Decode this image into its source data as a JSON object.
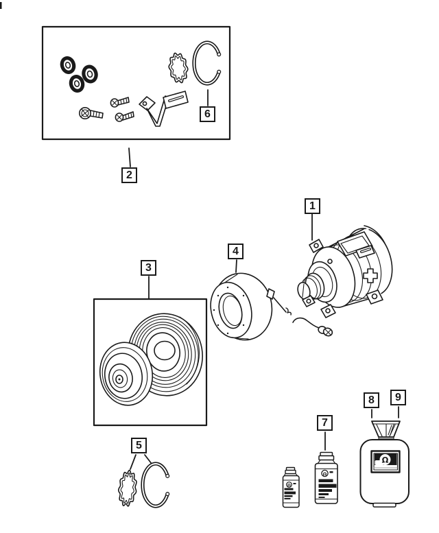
{
  "colors": {
    "line_color": "#1a1a1a",
    "background": "#ffffff"
  },
  "callouts": {
    "c1": "1",
    "c2": "2",
    "c3": "3",
    "c4": "4",
    "c5": "5",
    "c6": "6",
    "c7": "7",
    "c8": "8",
    "c9": "9"
  },
  "icons": {
    "mopar_omega_logo": "Ω"
  }
}
